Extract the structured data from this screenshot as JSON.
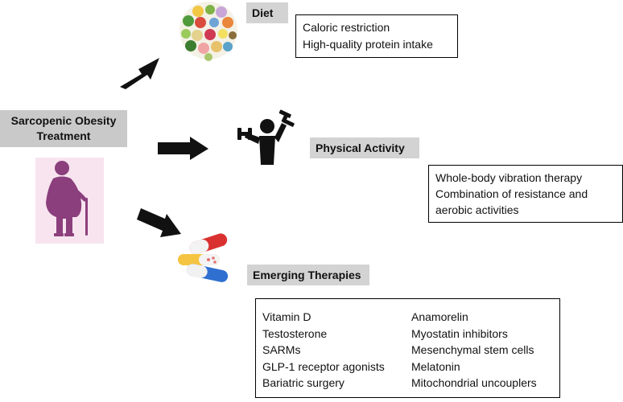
{
  "center": {
    "title_line1": "Sarcopenic Obesity",
    "title_line2": "Treatment"
  },
  "branches": {
    "diet": {
      "label": "Diet",
      "items": [
        "Caloric restriction",
        "High-quality protein intake"
      ]
    },
    "physical_activity": {
      "label": "Physical Activity",
      "items": [
        "Whole-body vibration therapy",
        "Combination of resistance and",
        "aerobic activities"
      ]
    },
    "emerging_therapies": {
      "label": "Emerging Therapies",
      "items_left": [
        "Vitamin D",
        "Testosterone",
        "SARMs",
        "GLP-1 receptor agonists",
        "Bariatric surgery"
      ],
      "items_right": [
        "Anamorelin",
        "Myostatin inhibitors",
        "Mesenchymal stem cells",
        "Melatonin",
        "Mitochondrial uncouplers"
      ]
    }
  },
  "colors": {
    "label_bg": "#d3d3d3",
    "main_bg": "#c9c9c9",
    "person_bg": "#f7e4ef",
    "person_fill": "#8b3f7d"
  }
}
